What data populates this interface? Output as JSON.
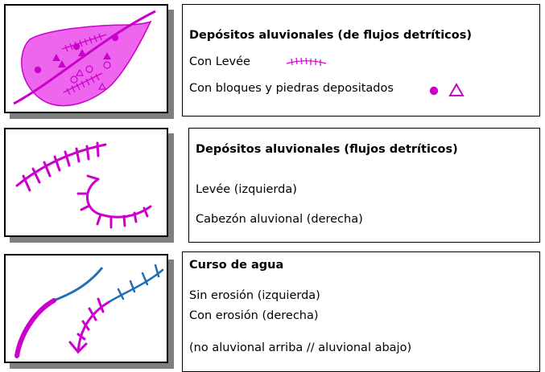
{
  "colors": {
    "magenta": "#cc00cc",
    "magenta_fill": "#ee66ee",
    "blue": "#1f6fb5",
    "shadow": "#7f7f7f"
  },
  "panels": [
    {
      "title": "Depósitos aluvionales (de flujos detríticos)",
      "lines": [
        "Con Levée",
        "Con bloques y piedras depositados"
      ],
      "inline_symbols": [
        "levee-icon",
        "filled-circle-icon",
        "open-triangle-icon"
      ]
    },
    {
      "title": "Depósitos aluvionales (flujos detríticos)",
      "lines": [
        "Levée (izquierda)",
        "Cabezón aluvional (derecha)"
      ]
    },
    {
      "title": "Curso de agua",
      "lines": [
        "Sin erosión (izquierda)",
        "Con erosión (derecha)",
        "(no aluvional arriba // aluvional abajo)"
      ]
    }
  ]
}
